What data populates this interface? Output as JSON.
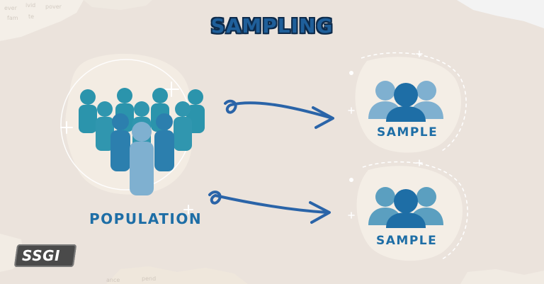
{
  "title": "SAMPLING",
  "population": {
    "label": "POPULATION",
    "icon": "people-crowd-icon"
  },
  "samples": [
    {
      "label": "SAMPLE",
      "icon": "people-group-icon"
    },
    {
      "label": "SAMPLE",
      "icon": "people-group-icon"
    }
  ],
  "logo": {
    "text": "SSGI"
  },
  "colors": {
    "background": "#ebe3dc",
    "primary_blue": "#1e6ea6",
    "teal": "#2b94ac",
    "light_blue": "#7fb0d0",
    "title_outline": "#0d2a4a"
  }
}
